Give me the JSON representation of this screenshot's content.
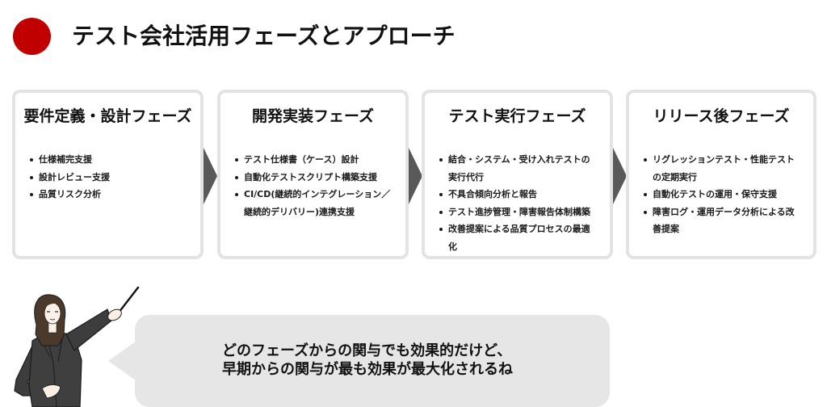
{
  "header": {
    "title": "テスト会社活用フェーズとアプローチ",
    "accent_color": "#c00000",
    "accent_icon": "red-circle-icon"
  },
  "phases": [
    {
      "title": "要件定義・設計フェーズ",
      "items": [
        "仕様補完支援",
        "設計レビュー支援",
        "品質リスク分析"
      ]
    },
    {
      "title": "開発実装フェーズ",
      "items": [
        "テスト仕様書（ケース）設計",
        "自動化テストスクリプト構築支援",
        "CI/CD(継続的インテグレーション／継続的デリバリー)連携支援"
      ]
    },
    {
      "title": "テスト実行フェーズ",
      "items": [
        "結合・システム・受け入れテストの実行代行",
        "不具合傾向分析と報告",
        "テスト進捗管理・障害報告体制構築",
        "改善提案による品質プロセスの最適化"
      ]
    },
    {
      "title": "リリース後フェーズ",
      "items": [
        "リグレッションテスト・性能テストの定期実行",
        "自動化テストの運用・保守支援",
        "障害ログ・運用データ分析による改善提案"
      ]
    }
  ],
  "connectors": {
    "icon": "arrow-right-icon",
    "color": "#595959"
  },
  "speech_bubble": {
    "lines": [
      "どのフェーズからの関与でも効果的だけど、",
      "早期からの関与が最も効果が最大化されるね"
    ],
    "background": "#e6e6e6"
  },
  "presenter": {
    "icon": "businesswoman-with-pointer-icon"
  }
}
